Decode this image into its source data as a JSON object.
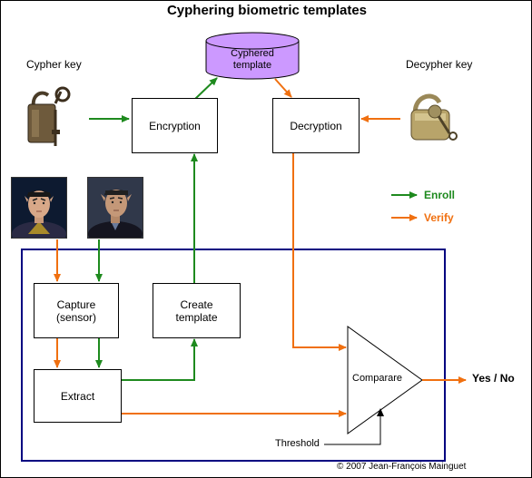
{
  "title": "Cyphering biometric templates",
  "keys": {
    "cypher_label": "Cypher key",
    "decypher_label": "Decypher key"
  },
  "database": {
    "label": "Cyphered\ntemplate"
  },
  "boxes": {
    "encryption": "Encryption",
    "decryption": "Decryption",
    "capture": "Capture\n(sensor)",
    "create_template": "Create\ntemplate",
    "extract": "Extract"
  },
  "comparator": {
    "label": "Comparare"
  },
  "threshold_label": "Threshold",
  "result_label": "Yes / No",
  "legend": {
    "items": [
      {
        "label": "Enroll",
        "color": "#1e8a1e"
      },
      {
        "label": "Verify",
        "color": "#f07010"
      }
    ]
  },
  "colors": {
    "enroll": "#1e8a1e",
    "verify": "#f07010",
    "system_border": "#000080",
    "database_fill": "#cc99ff"
  },
  "copyright": "© 2007 Jean-François Mainguet"
}
